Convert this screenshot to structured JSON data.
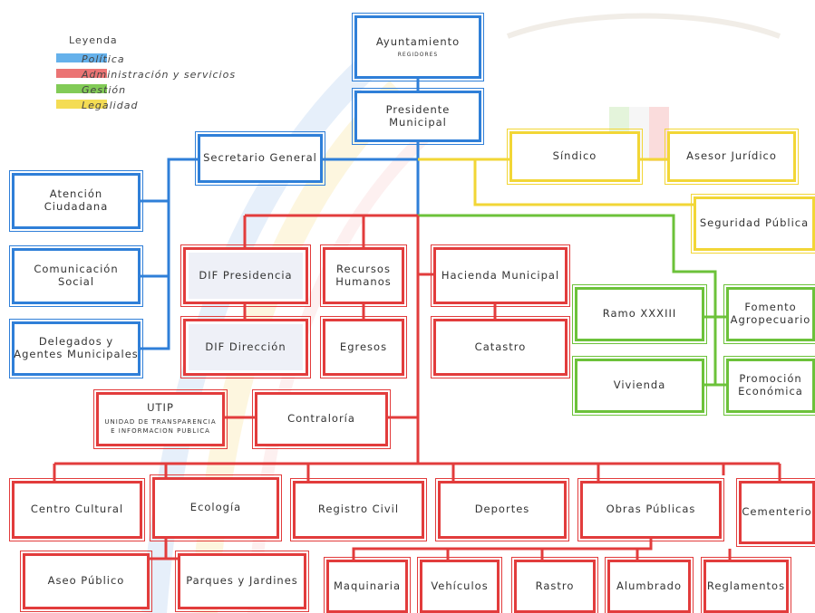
{
  "colors": {
    "politica": "#2f7fd8",
    "administracion": "#e23c3c",
    "gestion": "#6cc23a",
    "legalidad": "#f2d636"
  },
  "legend": {
    "title": "Leyenda",
    "items": [
      {
        "label": "Política",
        "color": "#2f7fd8"
      },
      {
        "label": "Administración y servicios",
        "color": "#e23c3c"
      },
      {
        "label": "Gestión",
        "color": "#6cc23a"
      },
      {
        "label": "Legalidad",
        "color": "#f2d636"
      }
    ]
  },
  "nodes": {
    "ayuntamiento": {
      "label": "Ayuntamiento",
      "sublabel": "REGIDORES"
    },
    "presidente": {
      "label": "Presidente Municipal"
    },
    "secretario": {
      "label": "Secretario General"
    },
    "atencion": {
      "label": "Atención Ciudadana"
    },
    "comunicacion": {
      "label": "Comunicación Social"
    },
    "delegados": {
      "label": "Delegados y Agentes Municipales"
    },
    "sindico": {
      "label": "Síndico"
    },
    "asesor": {
      "label": "Asesor Jurídico"
    },
    "seguridad": {
      "label": "Seguridad Pública"
    },
    "dif_presidencia": {
      "label": "DIF Presidencia"
    },
    "recursos": {
      "label": "Recursos Humanos"
    },
    "hacienda": {
      "label": "Hacienda Municipal"
    },
    "dif_direccion": {
      "label": "DIF Dirección"
    },
    "egresos": {
      "label": "Egresos"
    },
    "catastro": {
      "label": "Catastro"
    },
    "utip": {
      "label": "UTIP",
      "sublabel": "UNIDAD DE TRANSPARENCIA E INFORMACION PUBLICA"
    },
    "contraloria": {
      "label": "Contraloría"
    },
    "ramo": {
      "label": "Ramo XXXIII"
    },
    "fomento": {
      "label": "Fomento Agropecuario"
    },
    "vivienda": {
      "label": "Vivienda"
    },
    "promocion": {
      "label": "Promoción Económica"
    },
    "centro_cultural": {
      "label": "Centro Cultural"
    },
    "ecologia": {
      "label": "Ecología"
    },
    "registro": {
      "label": "Registro Civil"
    },
    "deportes": {
      "label": "Deportes"
    },
    "obras": {
      "label": "Obras Públicas"
    },
    "cementerio": {
      "label": "Cementerio"
    },
    "aseo": {
      "label": "Aseo Público"
    },
    "parques": {
      "label": "Parques y Jardines"
    },
    "maquinaria": {
      "label": "Maquinaria"
    },
    "vehiculos": {
      "label": "Vehículos"
    },
    "rastro": {
      "label": "Rastro"
    },
    "alumbrado": {
      "label": "Alumbrado"
    },
    "reglamentos": {
      "label": "Reglamentos"
    }
  }
}
